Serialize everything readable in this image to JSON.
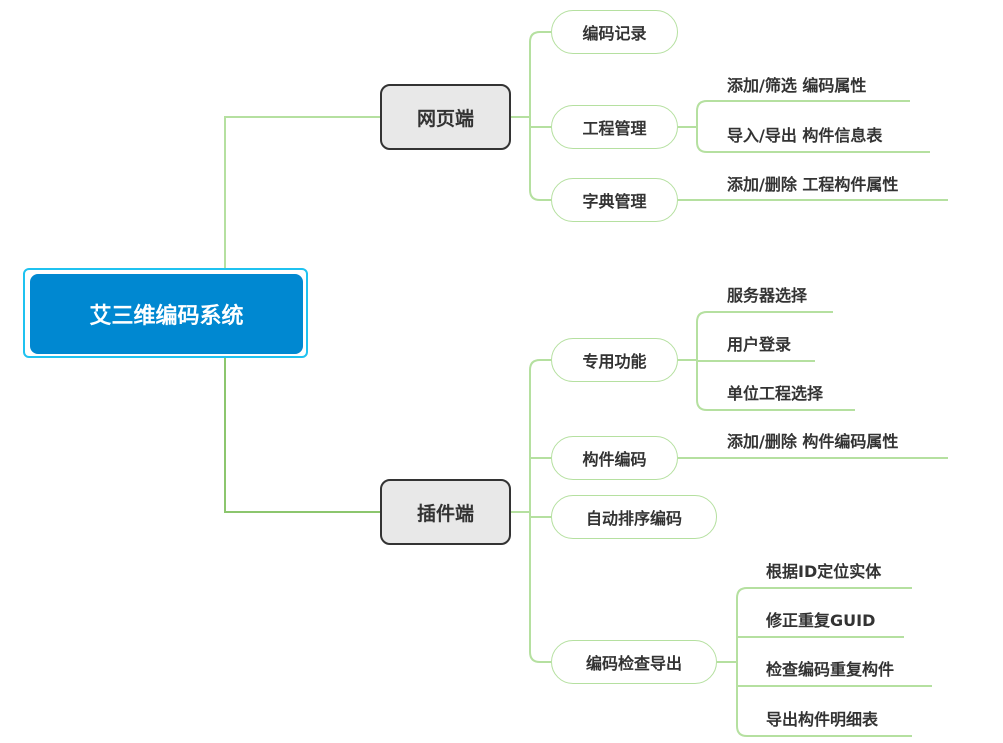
{
  "root": "艾三维编码系统",
  "branches": [
    {
      "label": "网页端",
      "children": [
        {
          "label": "编码记录",
          "children": []
        },
        {
          "label": "工程管理",
          "children": [
            "添加/筛选 编码属性",
            "导入/导出 构件信息表"
          ]
        },
        {
          "label": "字典管理",
          "children": [
            "添加/删除 工程构件属性"
          ]
        }
      ]
    },
    {
      "label": "插件端",
      "children": [
        {
          "label": "专用功能",
          "children": [
            "服务器选择",
            "用户登录",
            "单位工程选择"
          ]
        },
        {
          "label": "构件编码",
          "children": [
            "添加/删除 构件编码属性"
          ]
        },
        {
          "label": "自动排序编码",
          "children": []
        },
        {
          "label": "编码检查导出",
          "children": [
            "根据ID定位实体",
            "修正重复GUID",
            "检查编码重复构件",
            "导出构件明细表"
          ]
        }
      ]
    }
  ],
  "colors": {
    "root": "#0088d1",
    "line": "#b5e0a0",
    "line_dark": "#8cc66e"
  }
}
